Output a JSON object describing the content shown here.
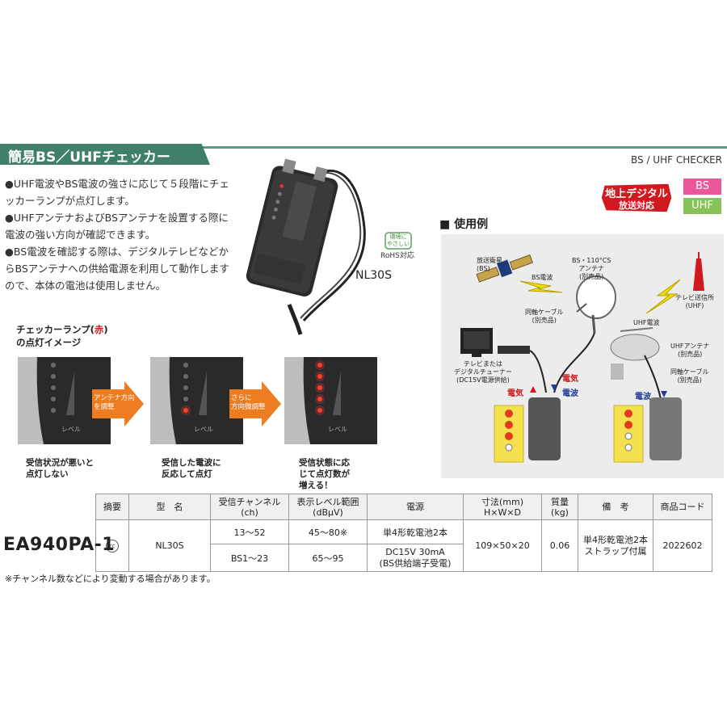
{
  "header": {
    "title": "簡易BS／UHFチェッカー",
    "subtitle_en": "BS / UHF CHECKER"
  },
  "features": [
    "●UHF電波やBS電波の強さに応じて５段階にチェッカーランプが点灯します。",
    "●UHFアンテナおよびBSアンテナを設置する際に電波の強い方向が確認できます。",
    "●BS電波を確認する際は、デジタルテレビなどからBSアンテナへの供給電源を利用して動作しますので、本体の電池は使用しません。"
  ],
  "badges": {
    "dtv_line1": "地上デジタル",
    "dtv_line2": "放送対応",
    "bs": "BS",
    "uhf": "UHF"
  },
  "product": {
    "model_label": "NL30S",
    "eco_line1": "環境に",
    "eco_line2": "やさしい",
    "rohs": "RoHS対応"
  },
  "usage": {
    "title": "■ 使用例",
    "labels": {
      "satellite": "放送衛星\n(BS)",
      "bs_wave": "BS電波",
      "bs_antenna": "BS・110°CS\nアンテナ\n(別売品)",
      "coax1": "同軸ケーブル\n(別売品)",
      "tv": "テレビまたは\nデジタルチューナー\n(DC15V電源供給)",
      "power_up": "電気",
      "wave_down": "電波",
      "power_left": "電気",
      "tower": "テレビ送信所\n(UHF)",
      "uhf_wave": "UHF電波",
      "uhf_antenna": "UHFアンテナ\n(別売品)",
      "coax2": "同軸ケーブル\n(別売品)",
      "wave_right": "電波"
    }
  },
  "lamp": {
    "title_pre": "チェッカーランプ(",
    "title_red": "赤",
    "title_post": ")",
    "title_line2": "の点灯イメージ",
    "level_label": "レベル",
    "arrow1": "アンテナ方向\nを調整",
    "arrow2": "さらに\n方向微調整",
    "captions": [
      "受信状況が悪いと\n点灯しない",
      "受信した電波に\n反応して点灯",
      "受信状態に応\nじて点灯数が\n増える！"
    ],
    "lit_counts": [
      0,
      1,
      5
    ]
  },
  "table": {
    "headers": [
      "摘要",
      "型　名",
      "受信チャンネル\n(ch)",
      "表示レベル範囲\n(dBμV)",
      "電源",
      "寸法(mm)\nH×W×D",
      "質量\n(kg)",
      "備　考",
      "商品コード"
    ],
    "summary_icon": "㏄",
    "model": "NL30S",
    "rows": [
      {
        "channel": "13～52",
        "level": "45～80※",
        "power": "単4形乾電池2本"
      },
      {
        "channel": "BS1～23",
        "level": "65～95",
        "power": "DC15V 30mA\n(BS供給端子受電)"
      }
    ],
    "dims": "109×50×20",
    "mass": "0.06",
    "remarks": "単4形乾電池2本\nストラップ付属",
    "code": "2022602"
  },
  "model_code": "EA940PA-1",
  "footnote": "※チャンネル数などにより変動する場合があります。"
}
